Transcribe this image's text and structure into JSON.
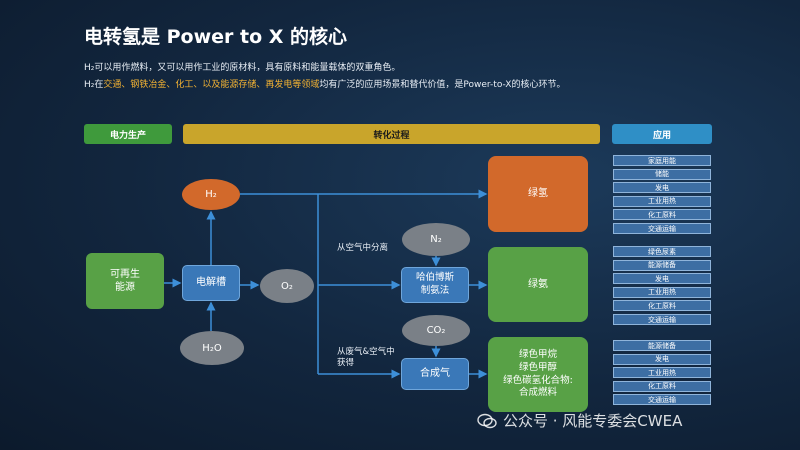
{
  "title": "电转氢是 Power to X 的核心",
  "subtitle1": "H₂可以用作燃料，又可以用作工业的原材料，具有原料和能量载体的双重角色。",
  "subtitle2": {
    "prefix": "H₂在",
    "highlight": "交通、钢铁冶金、化工、以及能源存储、再发电等领域",
    "suffix": "均有广泛的应用场景和替代价值，是Power-to-X的核心环节。"
  },
  "headers": {
    "power": "电力生产",
    "process": "转化过程",
    "application": "应用"
  },
  "nodes": {
    "renewable": "可再生\n能源",
    "electrolyzer": "电解槽",
    "h2": "H₂",
    "o2": "O₂",
    "h2o": "H₂O",
    "n2": "N₂",
    "co2": "CO₂",
    "haber": "哈伯博斯\n制氨法",
    "syngas": "合成气"
  },
  "products": {
    "green_h2": "绿氢",
    "green_nh3": "绿氨",
    "green_meoh": "绿色甲烷\n绿色甲醇\n绿色碳氢化合物:\n合成燃料"
  },
  "annotations": {
    "from_air": "从空气中分离",
    "from_exhaust": "从废气&空气中\n获得"
  },
  "applications": {
    "h2": [
      "家庭用能",
      "储能",
      "发电",
      "工业用热",
      "化工原料",
      "交通运输"
    ],
    "nh3": [
      "绿色尿素",
      "能源储备",
      "发电",
      "工业用热",
      "化工原料",
      "交通运输"
    ],
    "meoh": [
      "能源储备",
      "发电",
      "工业用热",
      "化工原料",
      "交通运输"
    ]
  },
  "watermark": "公众号 · 风能专委会CWEA"
}
